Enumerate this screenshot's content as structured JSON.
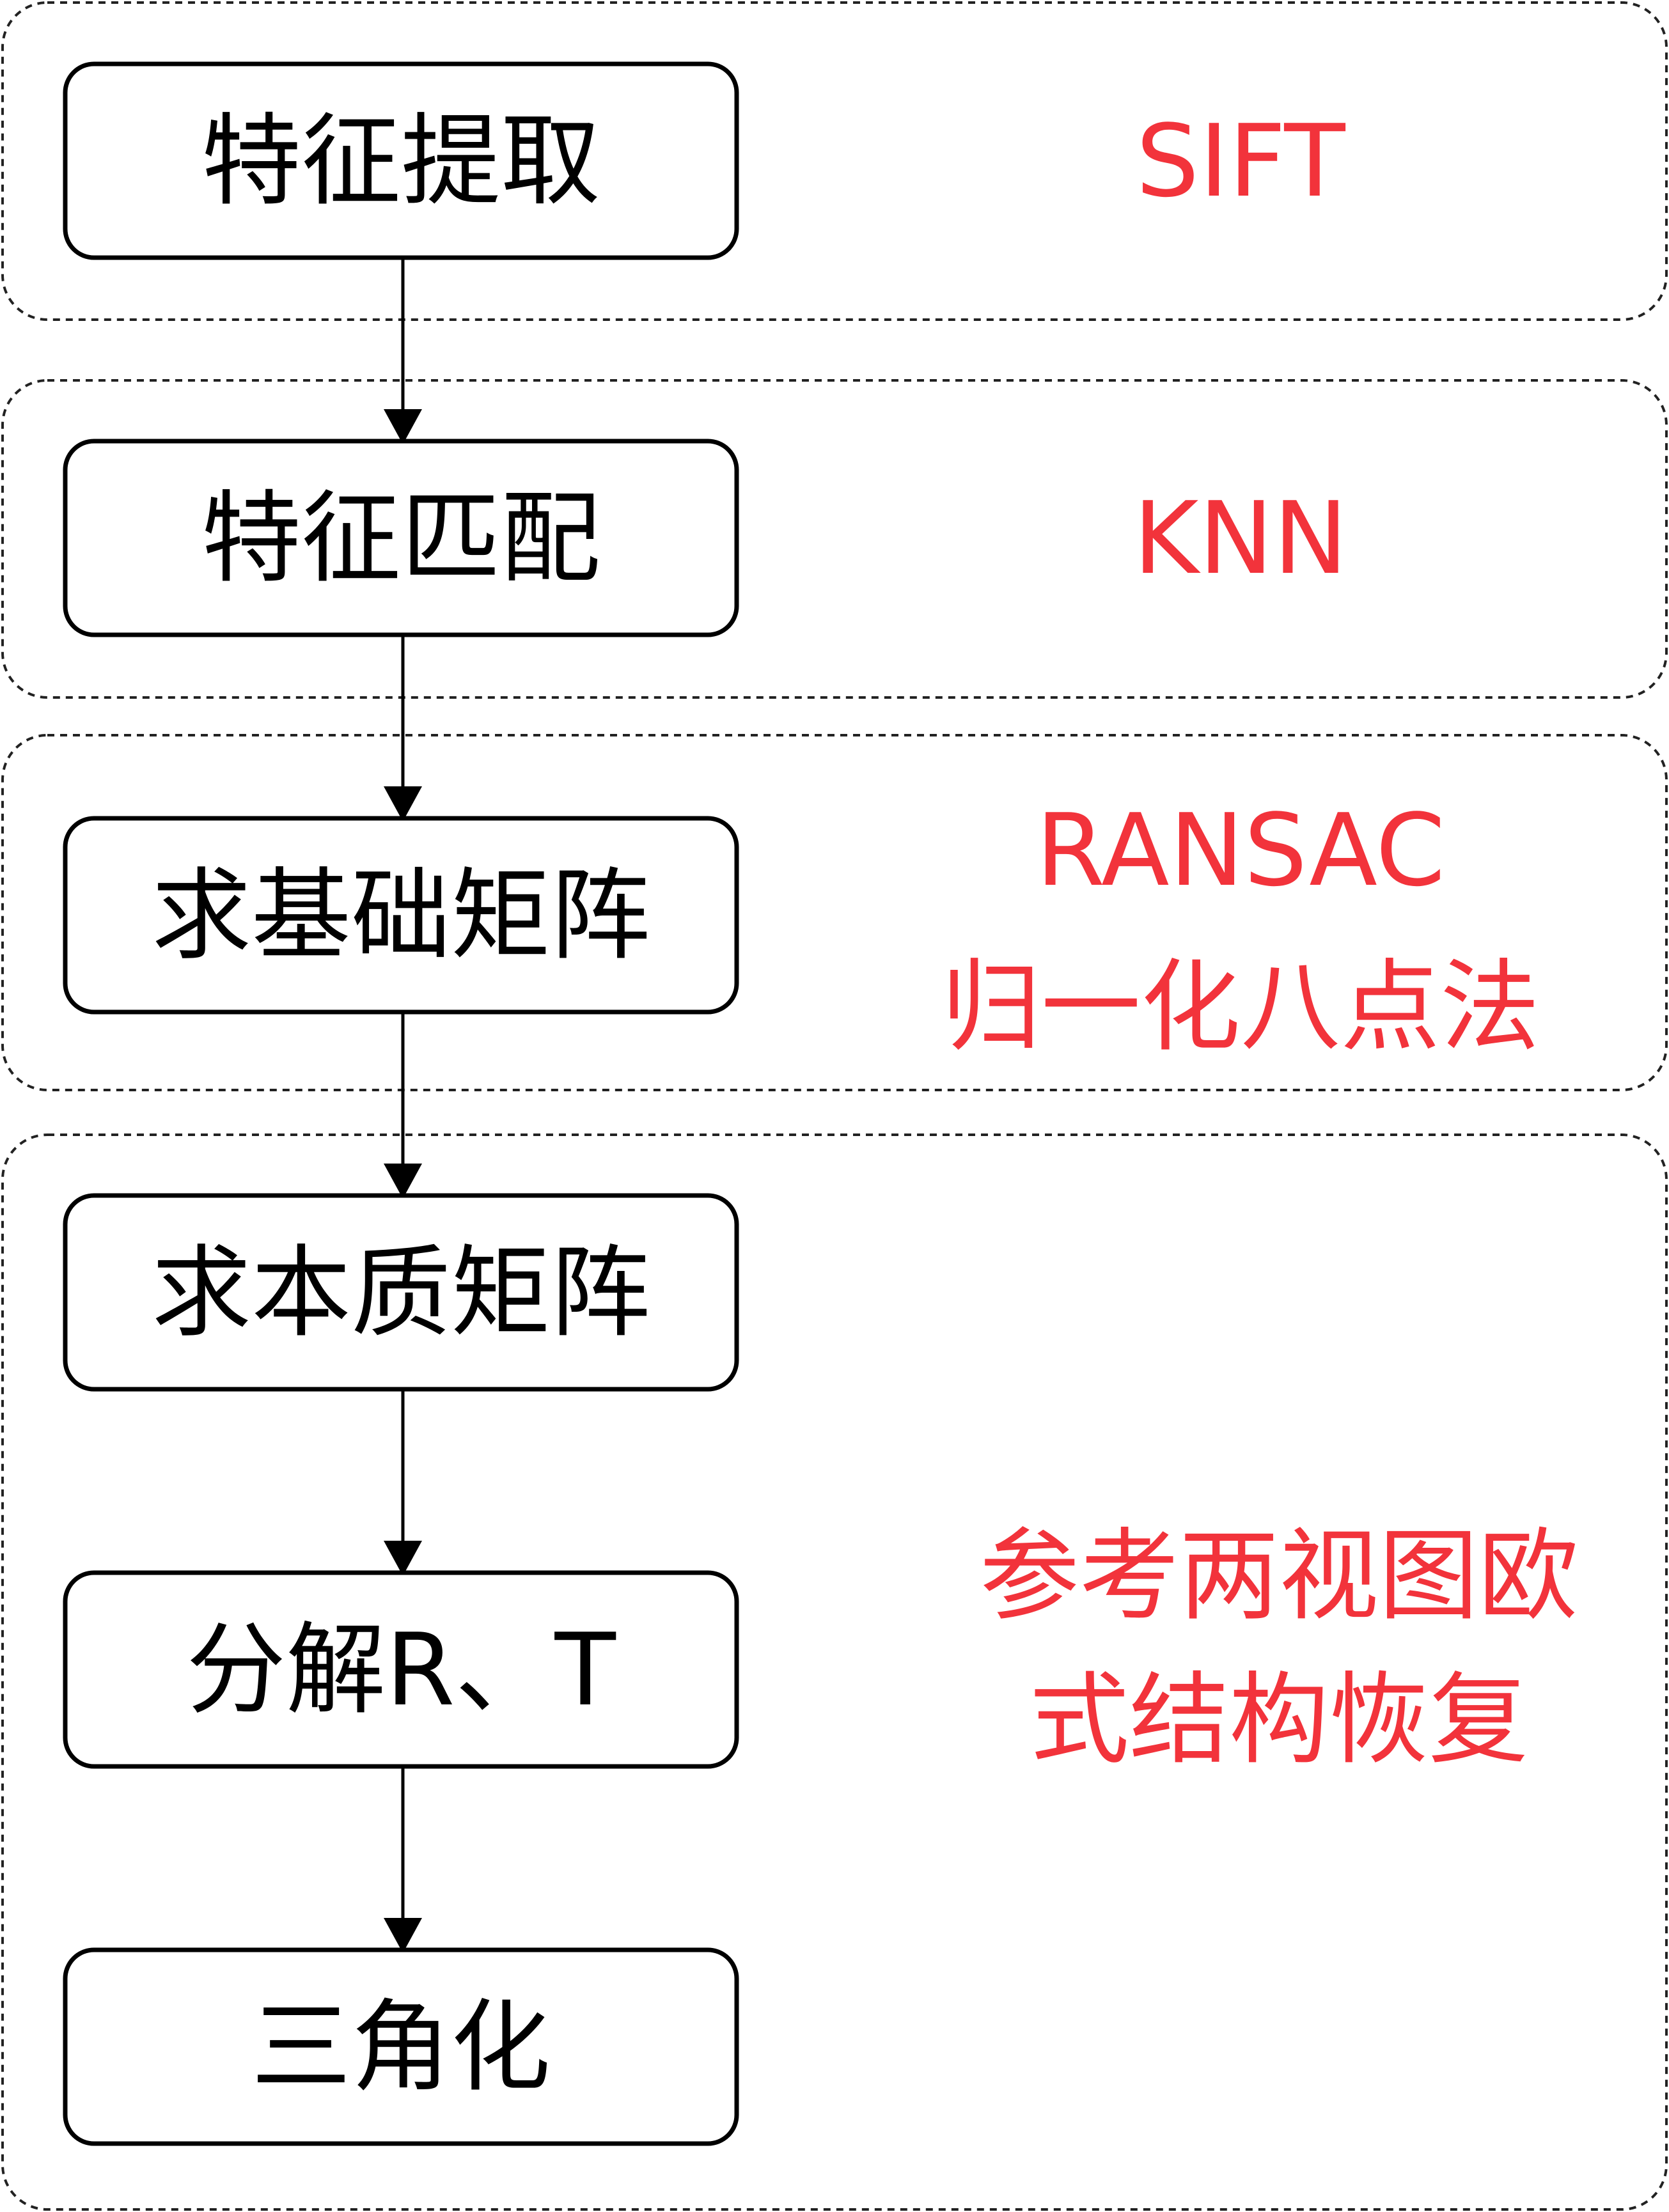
{
  "colors": {
    "note": "#f2333b",
    "box_border": "#000000",
    "group_border": "#222222"
  },
  "steps": [
    {
      "label": "特征提取"
    },
    {
      "label": "特征匹配"
    },
    {
      "label": "求基础矩阵"
    },
    {
      "label": "求本质矩阵"
    },
    {
      "label": "分解R、T"
    },
    {
      "label": "三角化"
    }
  ],
  "groups": [
    {
      "notes": [
        "SIFT"
      ]
    },
    {
      "notes": [
        "KNN"
      ]
    },
    {
      "notes": [
        "RANSAC",
        "归一化八点法"
      ]
    },
    {
      "notes": [
        "参考两视图欧",
        "式结构恢复"
      ]
    }
  ]
}
